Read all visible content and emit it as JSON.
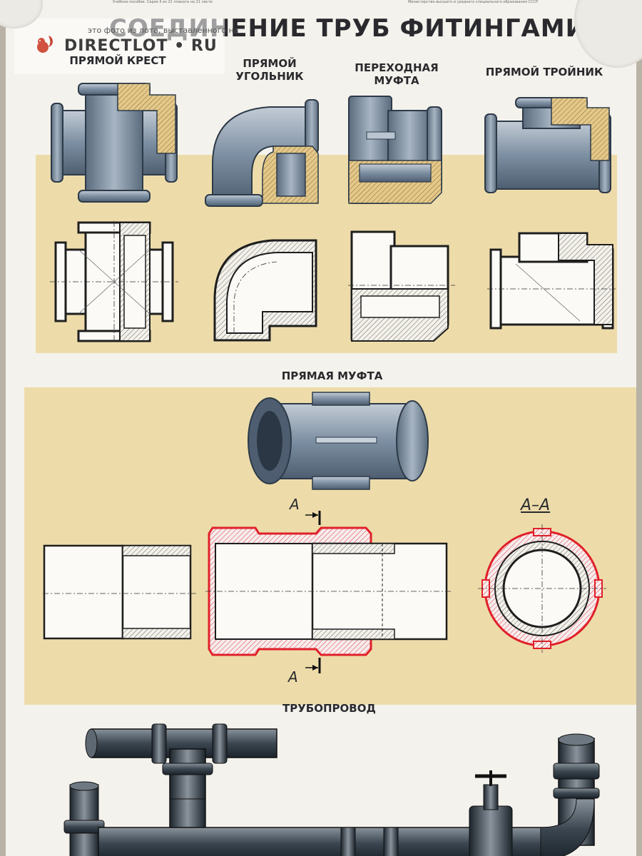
{
  "header": {
    "title": "СОЕДИНЕНИЕ ТРУБ ФИТИНГАМИ",
    "fine_print_left": "Учебное пособие. Серия II из 21 плаката на 21 листе",
    "fine_print_right": "Министерство высшего и среднего специального образования СССР"
  },
  "watermark": {
    "small_text": "это фото из лота, выставленного на",
    "brand": "DIRECTLOT • RU",
    "icon": "squirrel-logo-icon"
  },
  "fittings": [
    {
      "label": "ПРЯМОЙ КРЕСТ"
    },
    {
      "label": "ПРЯМОЙ УГОЛЬНИК"
    },
    {
      "label": "ПЕРЕХОДНАЯ МУФТА"
    },
    {
      "label": "ПРЯМОЙ ТРОЙНИК"
    }
  ],
  "coupling": {
    "label": "ПРЯМАЯ МУФТА",
    "section_mark": "А",
    "section_title": "А–А"
  },
  "pipeline": {
    "label": "ТРУБОПРОВОД"
  },
  "colors": {
    "band": "#eddcaa",
    "metal": "#7f93a6",
    "hatch": "#c9a86a",
    "red_outline": "#e0202a"
  }
}
